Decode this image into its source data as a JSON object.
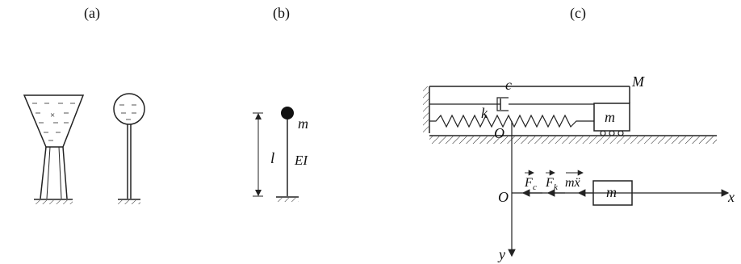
{
  "panels": {
    "a": {
      "label": "(a)"
    },
    "b": {
      "label": "(b)",
      "mass": "m",
      "length": "l",
      "stiffness": "EI"
    },
    "c": {
      "label": "(c)",
      "damper": "c",
      "spring": "k",
      "origin_top": "O",
      "mass_top": "m",
      "frame_mass": "M",
      "origin_fbd": "O",
      "mass_fbd": "m",
      "force_c": "F",
      "force_c_sub": "c",
      "force_k": "F",
      "force_k_sub": "k",
      "inertia": "mẍ",
      "x_axis": "x",
      "y_axis": "y"
    }
  },
  "colors": {
    "ink": "#222222",
    "water": "#555555",
    "mass_ball": "#111111"
  }
}
